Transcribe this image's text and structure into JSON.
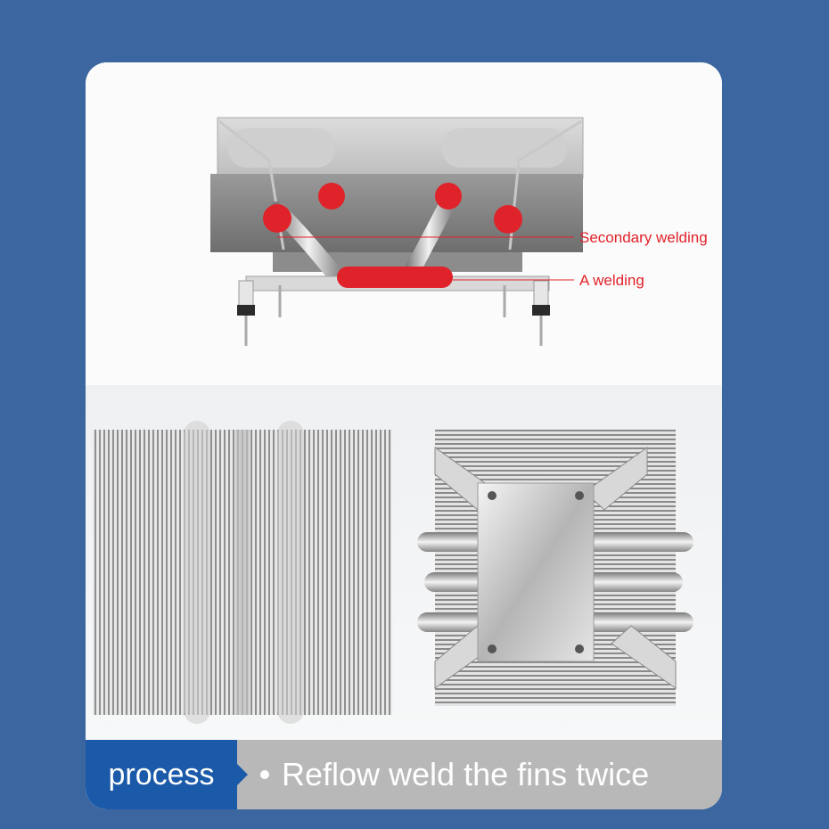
{
  "callouts": {
    "secondary": "Secondary welding",
    "a": "A welding"
  },
  "footer": {
    "tag": "process",
    "text": "Reflow weld the fins twice"
  },
  "colors": {
    "background": "#3b66a0",
    "accent_blue": "#1a5aa8",
    "marker_red": "#e0232a",
    "band_gray": "#b8b8b8"
  }
}
